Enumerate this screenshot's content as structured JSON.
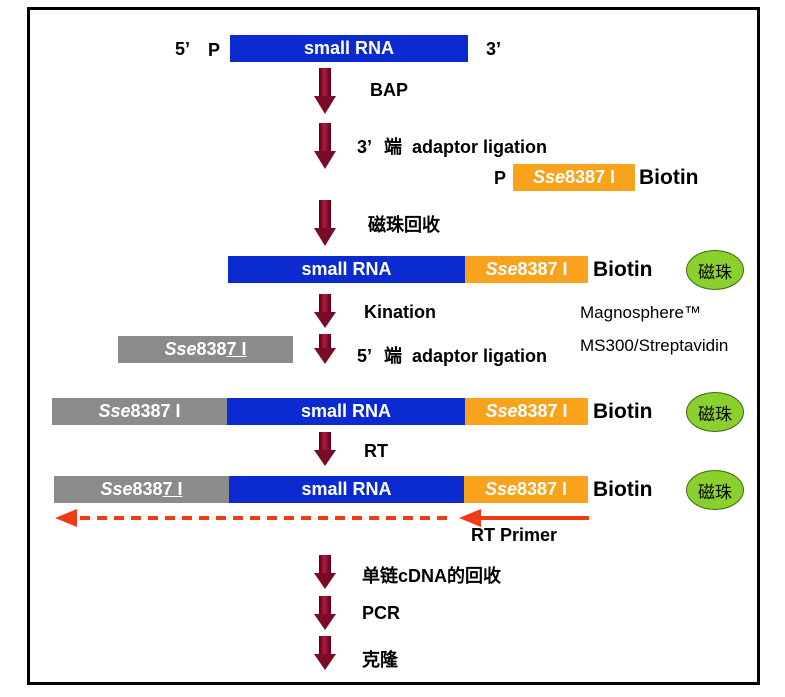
{
  "row1": {
    "five": "5’",
    "p": "P",
    "rna": "small RNA",
    "three": "3’"
  },
  "steps": {
    "bap": "BAP",
    "adaptor3_prefix": "3’",
    "adaptor3_cn": "端",
    "adaptor3_rest": "adaptor ligation",
    "bead_recovery": "磁珠回收",
    "kination": "Kination",
    "adaptor5_prefix": "5’",
    "adaptor5_cn": "端",
    "adaptor5_rest": "adaptor ligation",
    "rt": "RT",
    "ss_recovery": "单链cDNA的回收",
    "pcr": "PCR",
    "clone": "克隆"
  },
  "adaptor3": {
    "p": "P",
    "ital": "Sse",
    "num": "8387 I",
    "biotin": "Biotin"
  },
  "row2": {
    "rna": "small RNA",
    "ital": "Sse",
    "num": "8387 I",
    "biotin": "Biotin",
    "bead": "磁珠"
  },
  "magnosphere": {
    "line1": "Magnosphere™",
    "line2": "MS300/Streptavidin"
  },
  "adaptor5": {
    "ital": "Sse",
    "num": "838",
    "under": "7 I"
  },
  "row3": {
    "left_ital": "Sse",
    "left_num": "8387 I",
    "rna": "small RNA",
    "ital": "Sse",
    "num": "8387 I",
    "biotin": "Biotin",
    "bead": "磁珠"
  },
  "row4": {
    "left_ital": "Sse",
    "left_num": "838",
    "left_under": "7 I",
    "rna": "small RNA",
    "ital": "Sse",
    "num": "8387 I",
    "biotin": "Biotin",
    "bead": "磁珠"
  },
  "rt_primer": "RT Primer",
  "colors": {
    "blue": "#0b2ad0",
    "orange": "#f9a21b",
    "gray": "#8b8b8b",
    "arrow": "#8b0a2a",
    "red": "#f03c14",
    "bead": "#8ad12e"
  }
}
